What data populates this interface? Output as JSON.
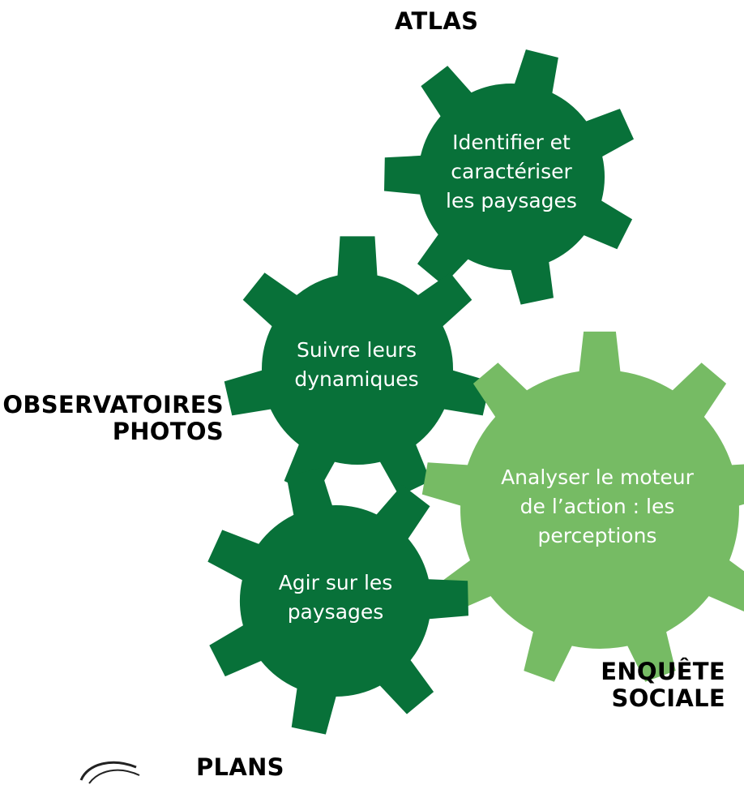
{
  "colors": {
    "dark_green": "#087139",
    "light_green": "#76bb64",
    "label_text": "#000000",
    "gear_text": "#ffffff"
  },
  "labels": {
    "atlas": "ATLAS",
    "observatoires_line1": "OBSERVATOIRES",
    "observatoires_line2": "PHOTOS",
    "enquete_line1": "ENQUÊTE",
    "enquete_line2": "SOCIALE",
    "plans": "PLANS"
  },
  "gears": {
    "identifier": {
      "line1": "Identifier et",
      "line2": "caractériser",
      "line3": "les paysages"
    },
    "suivre": {
      "line1": "Suivre leurs",
      "line2": "dynamiques"
    },
    "analyser": {
      "line1": "Analyser le moteur",
      "line2": "de l’action : les",
      "line3": "perceptions"
    },
    "agir": {
      "line1": "Agir sur les",
      "line2": "paysages"
    }
  },
  "logo_icon": "swirl-logo-icon"
}
